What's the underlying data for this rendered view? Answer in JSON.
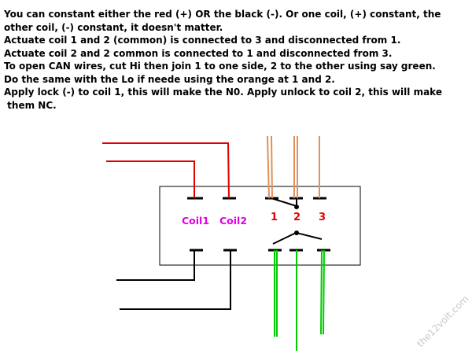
{
  "notes": [
    "You can constant either the red (+) OR the black (-). Or one coil, (+) constant, the",
    "other coil, (-) constant, it doesn't matter.",
    "Actuate coil 1 and 2 (common) is connected to 3 and disconnected from 1.",
    "Actuate coil 2 and 2 common is connected to 1 and  disconnected from 3.",
    "To open CAN wires, cut Hi then join 1 to one side, 2 to the other using say green.",
    "Do the same  with the Lo if neede using the orange at 1 and 2.",
    "Apply lock (-) to coil 1, this will make the N0. Apply unlock to coil 2, this will make",
    " them NC."
  ],
  "labels": {
    "coil1": "Coil1",
    "coil2": "Coil2",
    "term1": "1",
    "term2": "2",
    "term3": "3"
  },
  "colors": {
    "coil_label": "#e400e4",
    "terminal_label": "#e00000",
    "red_wire": "#e00000",
    "black_wire": "#000000",
    "orange_wire": "#e0915a",
    "green_wire": "#00cc00",
    "watermark": "#c8c8c8"
  },
  "watermark": "the12volt.com"
}
